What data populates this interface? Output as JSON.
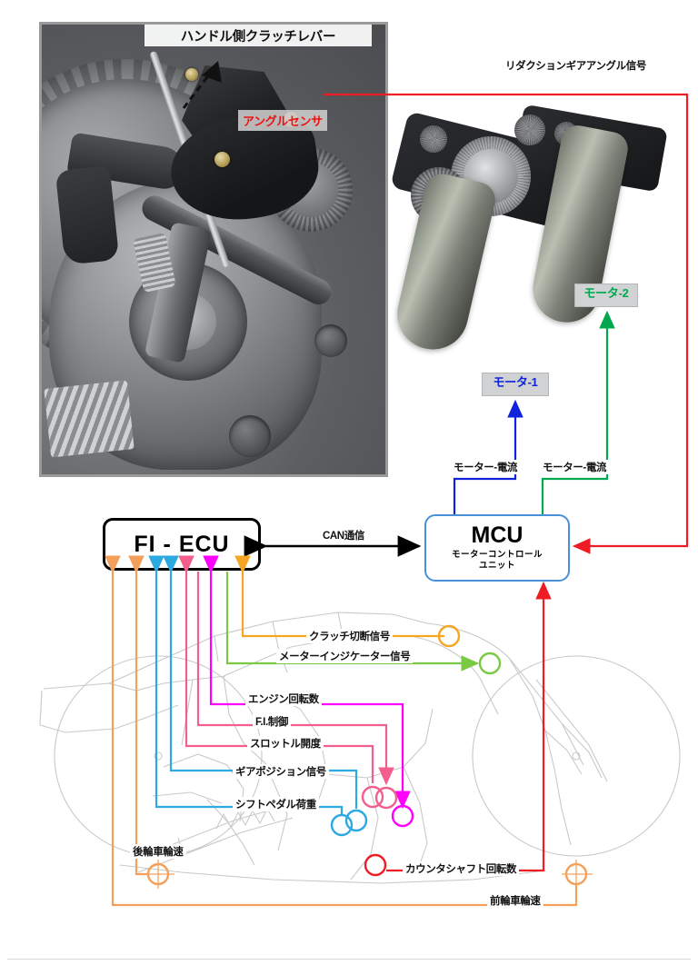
{
  "photo": {
    "label_lever": "ハンドル側クラッチレバー",
    "label_sensor": "アングルセンサ"
  },
  "signals": {
    "reduction_gear_angle": "リダクションギアアングル信号",
    "motor_current_1": "モーター-電流",
    "motor_current_2": "モーター-電流",
    "can": "CAN通信",
    "clutch_cut": "クラッチ切断信号",
    "meter_indicator": "メーターインジケーター信号",
    "engine_rpm": "エンジン回転数",
    "fi_control": "F.I.制御",
    "throttle_opening": "スロットル開度",
    "gear_position": "ギアポジション信号",
    "shift_pedal_load": "シフトペダル荷重",
    "rear_wheel_speed": "後輪車輪速",
    "front_wheel_speed": "前輪車輪速",
    "countershaft_rpm": "カウンタシャフト回転数"
  },
  "units": {
    "motor1": "モータ-1",
    "motor2": "モータ-2",
    "fi_ecu": "FI - ECU",
    "mcu_title": "MCU",
    "mcu_sub_line1": "モーターコントロール",
    "mcu_sub_line2": "ユニット"
  },
  "colors": {
    "red": "#ee1c24",
    "blue": "#1122dd",
    "green": "#00a84f",
    "orange": "#f5a05a",
    "cyan": "#2ca9e1",
    "pink": "#f25f8c",
    "magenta": "#f0f",
    "yellow": "#f5a623",
    "lightgreen": "#7ac943",
    "black": "#000000",
    "ecu_border": "#000000",
    "mcu_border": "#4a90d9",
    "tag_bg": "#d0d2d4",
    "sensor_text": "#ee1111",
    "motor1_text": "#1122dd",
    "motor2_text": "#00a84f",
    "bike_outline": "#c9c9c9"
  }
}
